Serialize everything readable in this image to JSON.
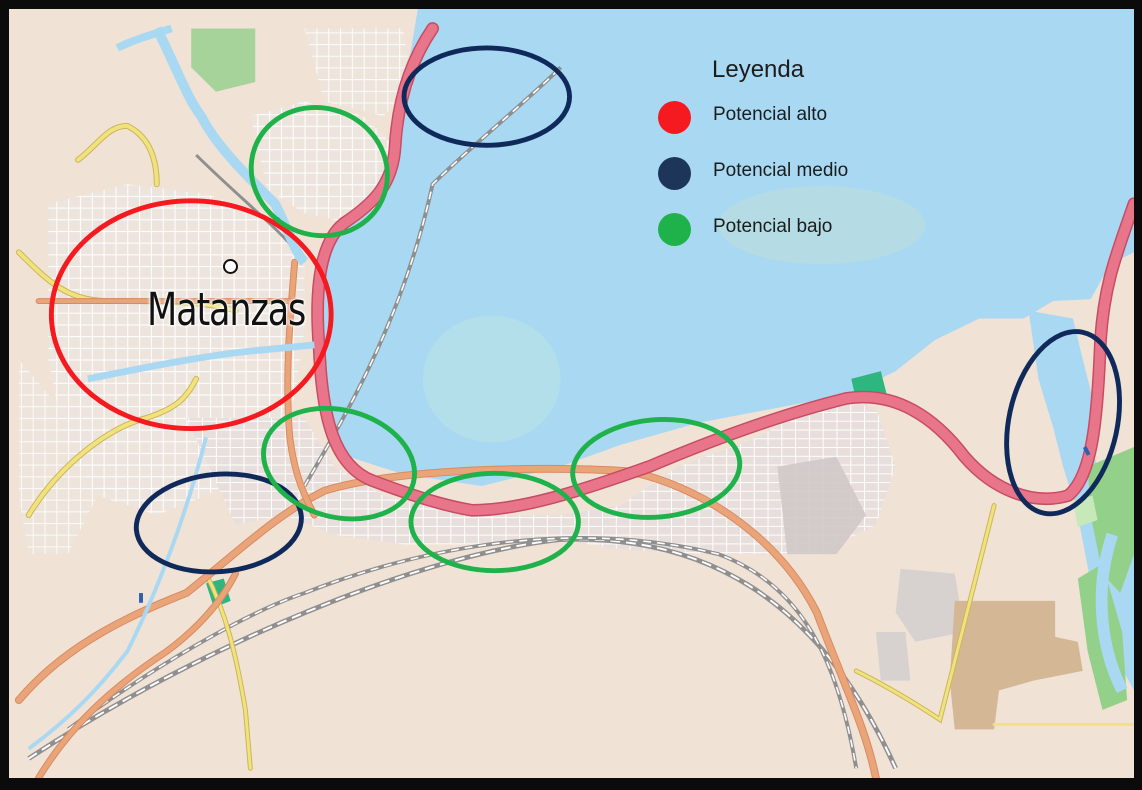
{
  "map": {
    "city_label": "Matanzas",
    "water_color": "#a9d8f2",
    "land_color": "#f1e2d6",
    "highway_color": "#e8758a",
    "primary_road_color": "#e9a47a",
    "secondary_road_color": "#f2e27e"
  },
  "legend": {
    "title": "Leyenda",
    "items": [
      {
        "label": "Potencial alto",
        "color": "#f51a1f"
      },
      {
        "label": "Potencial medio",
        "color": "#1d3558"
      },
      {
        "label": "Potencial bajo",
        "color": "#1fb24a"
      }
    ]
  },
  "zones": [
    {
      "potential": "alto",
      "color": "#f51a1f"
    },
    {
      "potential": "medio",
      "color": "#0f2a5a"
    },
    {
      "potential": "medio",
      "color": "#0f2a5a"
    },
    {
      "potential": "medio",
      "color": "#0f2a5a"
    },
    {
      "potential": "bajo",
      "color": "#1fb24a"
    },
    {
      "potential": "bajo",
      "color": "#1fb24a"
    },
    {
      "potential": "bajo",
      "color": "#1fb24a"
    },
    {
      "potential": "bajo",
      "color": "#1fb24a"
    }
  ]
}
